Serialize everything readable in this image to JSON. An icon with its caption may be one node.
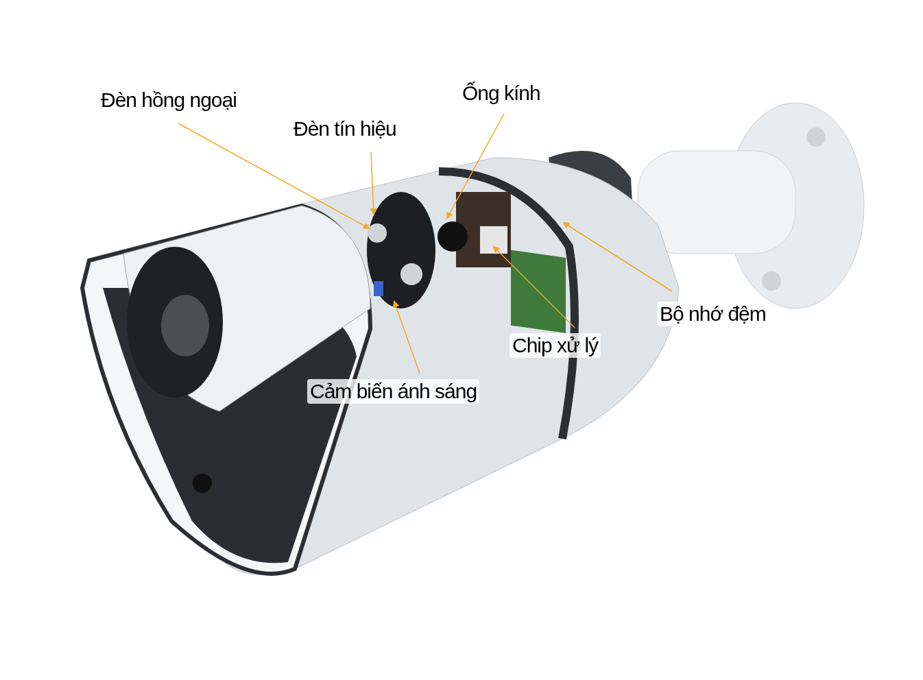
{
  "diagram": {
    "nodes": [
      {
        "text": [
          "Đèn hồng ngoại"
        ]
      },
      {
        "text": [
          "Đèn tín hiệu"
        ]
      },
      {
        "text": [
          "Ống kính"
        ]
      },
      {
        "text": [
          "Bộ nhớ đệm"
        ]
      },
      {
        "text": [
          "Chip xử lý"
        ]
      },
      {
        "text": [
          "Cảm biến ánh sáng"
        ]
      }
    ],
    "edges": [
      {
        "from": 0,
        "to": null,
        "arrow": "to"
      },
      {
        "from": 1,
        "to": null,
        "arrow": "to"
      },
      {
        "from": 2,
        "to": null,
        "arrow": "to"
      },
      {
        "from": 3,
        "to": null,
        "arrow": "to"
      },
      {
        "from": 4,
        "to": null,
        "arrow": "to"
      },
      {
        "from": 5,
        "to": null,
        "arrow": "to"
      }
    ]
  }
}
